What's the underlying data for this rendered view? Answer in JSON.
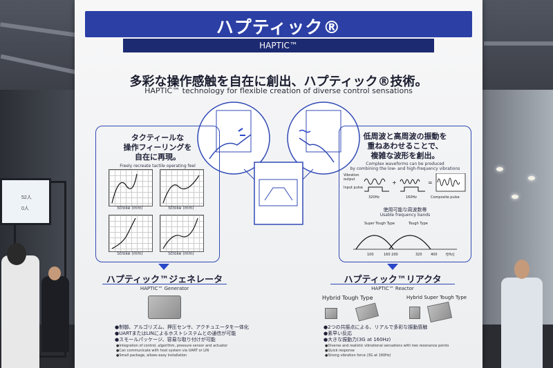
{
  "banner": {
    "title": "ハプティック®",
    "subtitle": "HAPTIC™"
  },
  "headline": {
    "jp": "多彩な操作感触を自在に創出、ハプティック®技術。",
    "en": "HAPTIC™ technology for flexible creation of diverse control sensations"
  },
  "left_panel": {
    "title_line1": "タクティールな",
    "title_line2": "操作フィーリングを",
    "title_line3": "自在に再現。",
    "caption": "Freely recreate tactile operating feel",
    "axis_label": "Stroke (mm)"
  },
  "right_panel": {
    "title_line1": "低周波と高周波の振動を",
    "title_line2": "重ねあわせることで、",
    "title_line3": "複雑な波形を創出。",
    "caption_line1": "Complex waveforms can be produced",
    "caption_line2": "by combining the low- and high-frequency vibrations",
    "vibration_output": "Vibration output",
    "input_pulse": "Input pulse",
    "freq_low": "320Hz",
    "freq_high": "160Hz",
    "composite": "Composite pulse",
    "bands_jp": "使用可能な周波数帯",
    "bands_en": "Usable frequency bands",
    "band_a": "Super Tough Type",
    "band_b": "Tough Type",
    "tick_1": "100",
    "tick_2": "160 200",
    "tick_3": "320",
    "tick_4": "400",
    "unit": "f[Hz]"
  },
  "generator": {
    "title": "ハプティック™ジェネレータ",
    "subtitle": "HAPTIC™ Generator",
    "bullets_jp": [
      "●制御、アルゴリズム、押圧センサ、アクチュエータを一体化",
      "●UARTまたはLINによるホストシステムとの通信が可能",
      "●スモールパッケージ、容易な取り付けが可能"
    ],
    "bullets_en": [
      "●Integration of control, algorithm, pressure sensor and actuator",
      "●Can communicate with host system via UART or LIN",
      "●Small package, allows easy installation"
    ]
  },
  "reactor": {
    "title": "ハプティック™リアクタ",
    "subtitle": "HAPTIC™ Reactor",
    "type_a": "Hybrid Tough Type",
    "type_b": "Hybrid Super Tough Type",
    "bullets_jp": [
      "●2つの共振点による、リアルで多彩な振動感触",
      "●素早い反応",
      "●大きな振動力(3G at 160Hz)"
    ],
    "bullets_en": [
      "●Diverse and realistic vibrational sensations with two resonance points",
      "●Quick response",
      "●Strong vibration force (3G at 160Hz)"
    ]
  },
  "monitor": {
    "line1": "52人",
    "line2": "0人"
  },
  "colors": {
    "brand_blue": "#2b3fa5",
    "dark_blue": "#1c2a72",
    "accent_blue": "#3049b5"
  }
}
